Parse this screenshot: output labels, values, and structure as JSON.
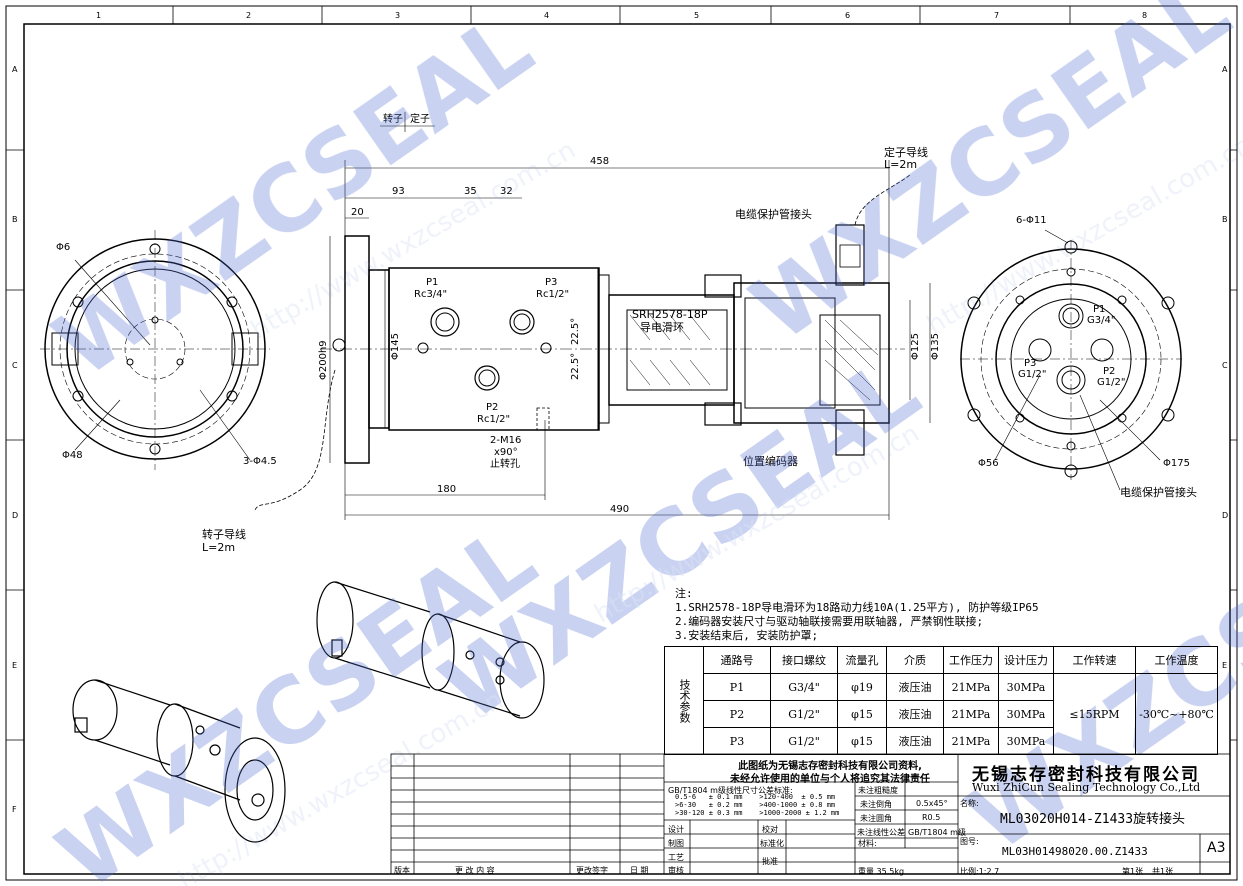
{
  "grid": {
    "cols": [
      "1",
      "2",
      "3",
      "4",
      "5",
      "6",
      "7",
      "8"
    ],
    "rows": [
      "A",
      "B",
      "C",
      "D",
      "E",
      "F"
    ]
  },
  "watermark": {
    "text1": "WXZCSEAL",
    "text2": "http://www.wxzcseal.com.cn"
  },
  "dims": {
    "d458": "458",
    "d93": "93",
    "d35": "35",
    "d32": "32",
    "d20": "20",
    "d180": "180",
    "d490": "490",
    "d200": "Φ200h9",
    "d145": "Φ145",
    "d125": "Φ125",
    "d135": "Φ135",
    "d6": "Φ6",
    "d48": "Φ48",
    "holes3": "3-Φ4.5",
    "d22a": "22.5°",
    "d22b": "22.5°",
    "holes6": "6-Φ11",
    "d56": "Φ56",
    "d175": "Φ175"
  },
  "labels": {
    "rotor": "转子",
    "stator": "定子",
    "stator_lead": "定子导线",
    "stator_lead_len": "L=2m",
    "cable_joint": "电缆保护管接头",
    "cable_joint2": "电缆保护管接头",
    "p1": "P1",
    "p1_thread": "Rc3/4\"",
    "p3": "P3",
    "p3_thread": "Rc1/2\"",
    "p2": "P2",
    "p2_thread": "Rc1/2\"",
    "slipring": "SRH2578-18P",
    "slipring_cn": "导电滑环",
    "m16": "2-M16",
    "m16b": "x90°",
    "m16c": "止转孔",
    "encoder": "位置编码器",
    "rotor_lead": "转子导线",
    "rotor_lead_len": "L=2m",
    "rp1": "P1",
    "rp1t": "G3/4\"",
    "rp3": "P3",
    "rp3t": "G1/2\"",
    "rp2": "P2",
    "rp2t": "G1/2\""
  },
  "notes": {
    "head": "注:",
    "n1": "1.SRH2578-18P导电滑环为18路动力线10A(1.25平方), 防护等级IP65",
    "n2": "2.编码器安装尺寸与驱动轴联接需要用联轴器, 严禁钢性联接;",
    "n3": "3.安装结束后, 安装防护罩;"
  },
  "spec": {
    "side": "技术参数",
    "headers": [
      "通路号",
      "接口螺纹",
      "流量孔",
      "介质",
      "工作压力",
      "设计压力",
      "工作转速",
      "工作温度"
    ],
    "rows": [
      [
        "P1",
        "G3/4\"",
        "φ19",
        "液压油",
        "21MPa",
        "30MPa"
      ],
      [
        "P2",
        "G1/2\"",
        "φ15",
        "液压油",
        "21MPa",
        "30MPa"
      ],
      [
        "P3",
        "G1/2\"",
        "φ15",
        "液压油",
        "21MPa",
        "30MPa"
      ]
    ],
    "speed": "≤15RPM",
    "temp": "-30℃~+80℃"
  },
  "titleblock": {
    "warn1": "此图纸为无锡志存密封科技有限公司资料,",
    "warn2": "未经允许使用的单位与个人将追究其法律责任",
    "company": "无锡志存密封科技有限公司",
    "company_en": "Wuxi ZhiCun Sealing Technology Co.,Ltd",
    "title": "ML03020H014-Z1433旋转接头",
    "drawing_no": "ML03H01498020.00.Z1433",
    "size": "A3",
    "tol_head": "GB/T1804 m级线性尺寸公差标准:",
    "tol1": "0.5-6   ± 0.1 mm    >120-400  ± 0.5 mm",
    "tol2": ">6-30   ± 0.2 mm    >400-1000 ± 0.8 mm",
    "tol3": ">30-120 ± 0.3 mm    >1000-2000 ± 1.2 mm",
    "design": "设计",
    "draw": "制图",
    "process": "工艺",
    "review": "审核",
    "check": "校对",
    "std": "标准化",
    "approve": "批准",
    "rev_mark": "版本",
    "rev_content": "更 改 内 容",
    "rev_sign": "更改签字",
    "rev_date": "日 期",
    "rough": "未注粗糙度",
    "chamfer": "未注倒角",
    "chamfer_v": "0.5x45°",
    "fillet": "未注圆角",
    "fillet_v": "R0.5",
    "lin_tol": "未注线性公差",
    "lin_tol_v": "GB/T1804 m级",
    "material": "材料:",
    "weight": "重量 35.5kg",
    "scale": "比例:1:2.7",
    "sheet": "第1张",
    "total": "共1张",
    "name_lbl": "名称:",
    "no_lbl": "图号:"
  }
}
